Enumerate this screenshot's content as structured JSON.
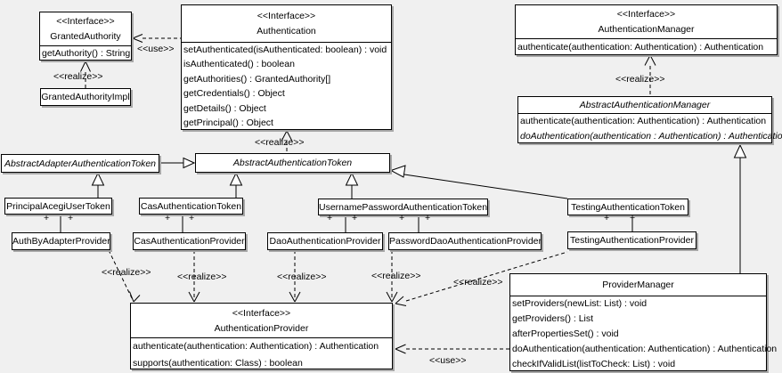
{
  "diagram": {
    "plus": "+",
    "labels": {
      "use": "<<use>>",
      "realize": "<<realize>>"
    },
    "classes": {
      "granted_authority": {
        "stereotype": "<<Interface>>",
        "name": "GrantedAuthority",
        "methods": [
          "getAuthority() : String"
        ]
      },
      "granted_authority_impl": {
        "name": "GrantedAuthorityImpl"
      },
      "authentication": {
        "stereotype": "<<Interface>>",
        "name": "Authentication",
        "methods": [
          "setAuthenticated(isAuthenticated: boolean) : void",
          "isAuthenticated() : boolean",
          "getAuthorities() : GrantedAuthority[]",
          "getCredentials() : Object",
          "getDetails() : Object",
          "getPrincipal() : Object"
        ]
      },
      "authentication_manager": {
        "stereotype": "<<Interface>>",
        "name": "AuthenticationManager",
        "methods": [
          "authenticate(authentication: Authentication) : Authentication"
        ]
      },
      "abstract_authentication_manager": {
        "name": "AbstractAuthenticationManager",
        "methods": [
          "authenticate(authentication: Authentication) : Authentication",
          "doAuthentication(authentication : Authentication) : Authentication"
        ]
      },
      "abstract_adapter_authentication_token": {
        "name": "AbstractAdapterAuthenticationToken"
      },
      "abstract_authentication_token": {
        "name": "AbstractAuthenticationToken"
      },
      "principal_acegi_user_token": {
        "name": "PrincipalAcegiUserToken"
      },
      "cas_authentication_token": {
        "name": "CasAuthenticationToken"
      },
      "username_password_authentication_token": {
        "name": "UsernamePasswordAuthenticationToken"
      },
      "testing_authentication_token": {
        "name": "TestingAuthenticationToken"
      },
      "auth_by_adapter_provider": {
        "name": "AuthByAdapterProvider"
      },
      "cas_authentication_provider": {
        "name": "CasAuthenticationProvider"
      },
      "dao_authentication_provider": {
        "name": "DaoAuthenticationProvider"
      },
      "password_dao_authentication_provider": {
        "name": "PasswordDaoAuthenticationProvider"
      },
      "testing_authentication_provider": {
        "name": "TestingAuthenticationProvider"
      },
      "authentication_provider": {
        "stereotype": "<<Interface>>",
        "name": "AuthenticationProvider",
        "methods": [
          "authenticate(authentication: Authentication) : Authentication",
          "supports(authentication: Class) : boolean"
        ]
      },
      "provider_manager": {
        "name": "ProviderManager",
        "methods": [
          "setProviders(newList: List) : void",
          "getProviders() : List",
          "afterPropertiesSet() : void",
          "doAuthentication(authentication: Authentication) : Authentication",
          "checkIfValidList(listToCheck: List) : void"
        ]
      }
    }
  }
}
